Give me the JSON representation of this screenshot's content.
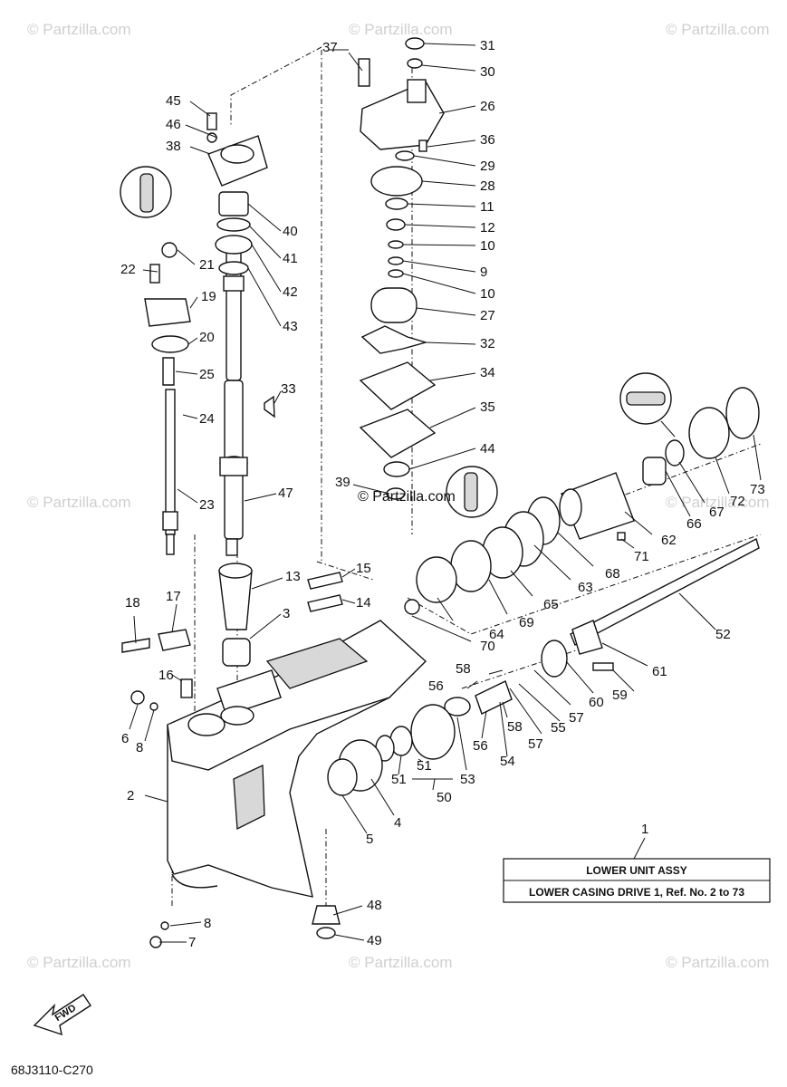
{
  "watermark": "© Partzilla.com",
  "center_watermark": "© Partzilla.com",
  "assembly_box": {
    "title": "LOWER UNIT ASSY",
    "subtitle": "LOWER CASING DRIVE 1,  Ref. No. 2 to 73"
  },
  "diagram_code": "68J3110-C270",
  "fwd_label": "FWD",
  "callouts": [
    "1",
    "2",
    "3",
    "4",
    "5",
    "6",
    "7",
    "8",
    "8",
    "9",
    "10",
    "10",
    "11",
    "12",
    "13",
    "14",
    "15",
    "16",
    "17",
    "18",
    "19",
    "20",
    "21",
    "22",
    "23",
    "24",
    "25",
    "26",
    "27",
    "28",
    "29",
    "30",
    "31",
    "32",
    "33",
    "34",
    "35",
    "36",
    "37",
    "38",
    "39",
    "40",
    "41",
    "42",
    "43",
    "44",
    "45",
    "46",
    "47",
    "48",
    "49",
    "50",
    "51",
    "51",
    "52",
    "53",
    "54",
    "55",
    "56",
    "56",
    "57",
    "57",
    "58",
    "58",
    "59",
    "60",
    "61",
    "62",
    "63",
    "64",
    "65",
    "66",
    "67",
    "67",
    "68",
    "69",
    "70",
    "71",
    "72",
    "73"
  ]
}
